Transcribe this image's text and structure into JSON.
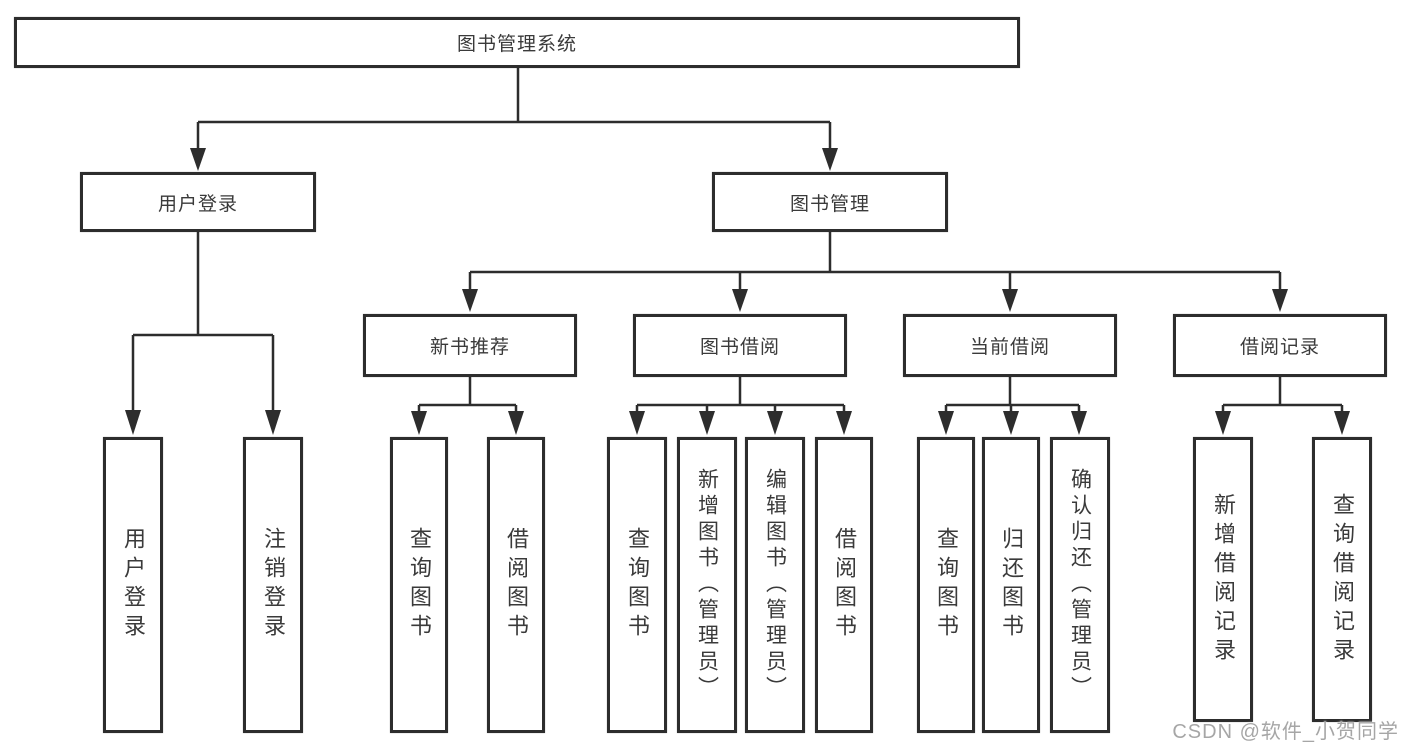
{
  "tree": {
    "root": "图书管理系统",
    "level2": {
      "user_login": "用户登录",
      "book_management": "图书管理"
    },
    "level3": {
      "new_book_recommend": "新书推荐",
      "book_borrow": "图书借阅",
      "current_borrow": "当前借阅",
      "borrow_records": "借阅记录"
    },
    "leaves": {
      "user_login": [
        "用户登录",
        "注销登录"
      ],
      "new_book_recommend": [
        "查询图书",
        "借阅图书"
      ],
      "book_borrow": [
        "查询图书",
        "新增图书（管理员）",
        "编辑图书（管理员）",
        "借阅图书"
      ],
      "current_borrow": [
        "查询图书",
        "归还图书",
        "确认归还（管理员）"
      ],
      "borrow_records": [
        "新增借阅记录",
        "查询借阅记录"
      ]
    }
  },
  "colors": {
    "line": "#2d2d2d",
    "text": "#3a3a3a",
    "watermark": "#969696"
  },
  "watermark": "CSDN @软件_小贺同学"
}
